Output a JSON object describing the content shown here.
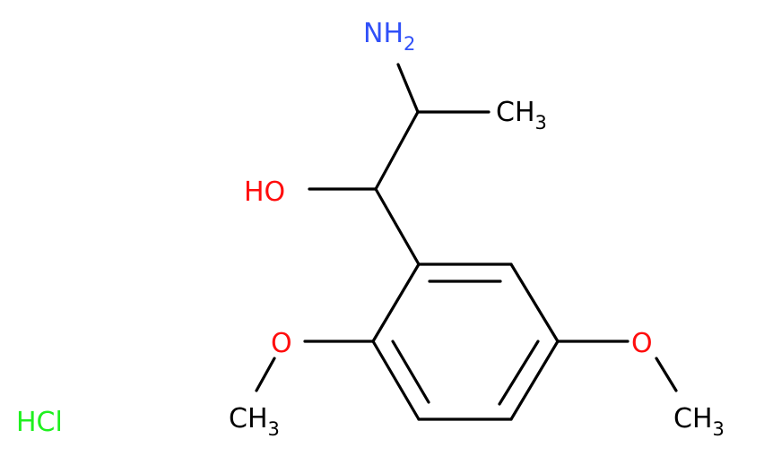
{
  "colors": {
    "bond": "#000000",
    "carbon": "#000000",
    "nitrogen": "#3050F8",
    "oxygen": "#FF0D0D",
    "chlorine": "#1FF01F"
  },
  "labels": {
    "amine": {
      "main": "NH",
      "sub": "2"
    },
    "methyl_top": {
      "main": "CH",
      "sub": "3"
    },
    "hydroxyl": {
      "main": "HO"
    },
    "methoxy_left_o": {
      "main": "O"
    },
    "methoxy_right_o": {
      "main": "O"
    },
    "methyl_left": {
      "main": "CH",
      "sub": "3"
    },
    "methyl_right": {
      "main": "CH",
      "sub": "3"
    },
    "salt": {
      "main": "HCl"
    }
  }
}
